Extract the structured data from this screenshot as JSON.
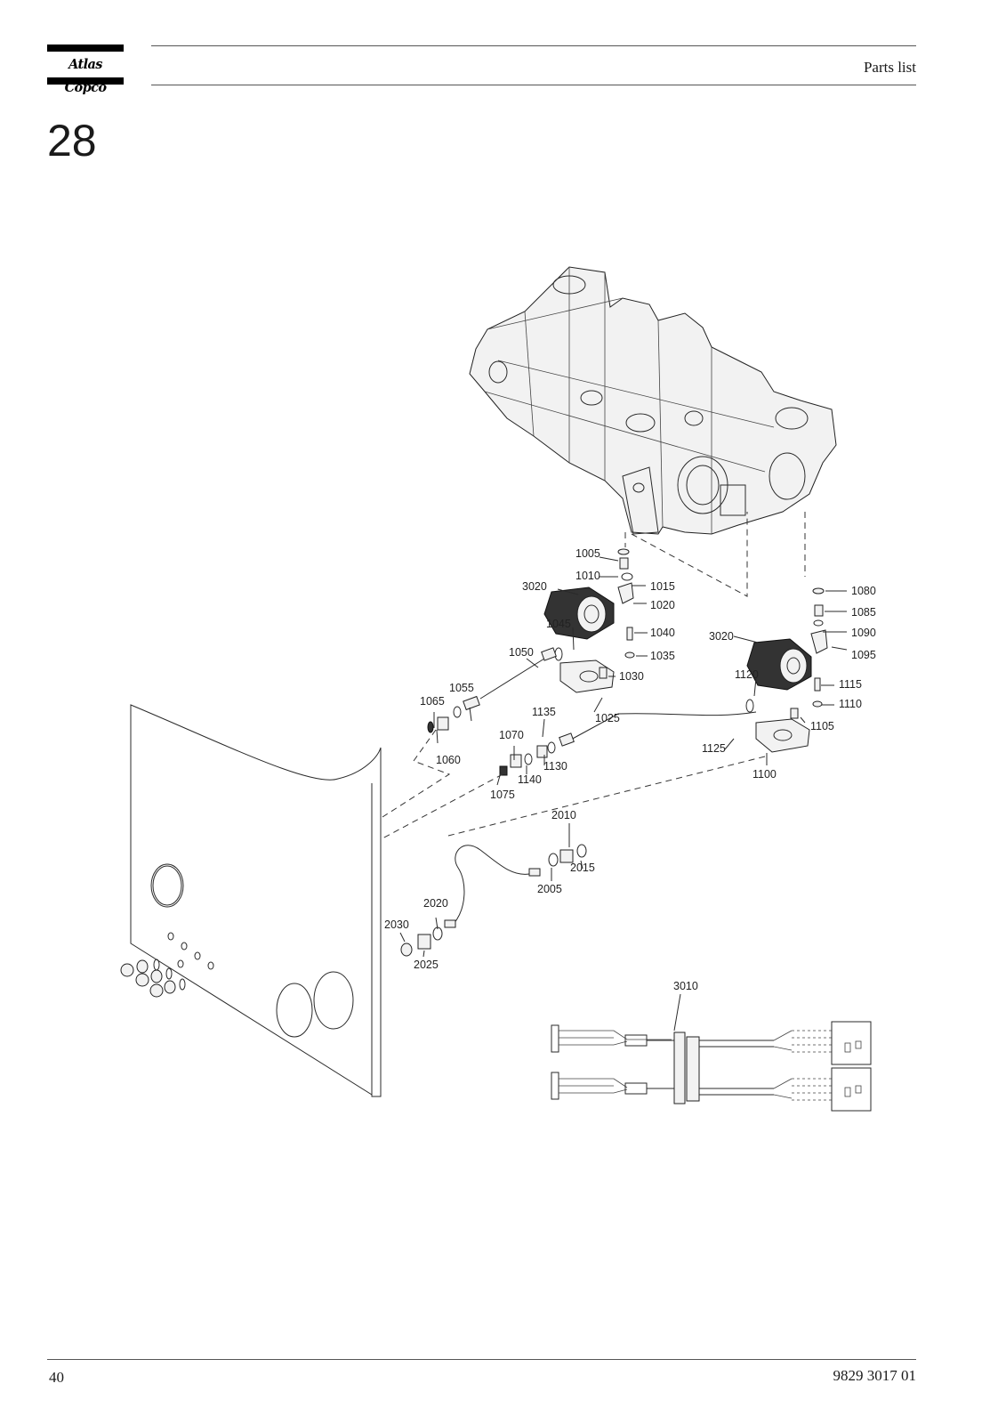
{
  "header": {
    "brand": "Atlas Copco",
    "title": "Parts list"
  },
  "section_number": "28",
  "footer": {
    "page_number": "40",
    "document_number": "9829 3017 01"
  },
  "callouts": {
    "c1005": "1005",
    "c1010": "1010",
    "c1015": "1015",
    "c1020": "1020",
    "c3020a": "3020",
    "c1045": "1045",
    "c1040": "1040",
    "c1050": "1050",
    "c1035": "1035",
    "c1030": "1030",
    "c1055": "1055",
    "c1065": "1065",
    "c1025": "1025",
    "c1135": "1135",
    "c1060": "1060",
    "c1070": "1070",
    "c1130": "1130",
    "c1140": "1140",
    "c1075": "1075",
    "c1080": "1080",
    "c1085": "1085",
    "c1090": "1090",
    "c3020b": "3020",
    "c1095": "1095",
    "c1120": "1120",
    "c1115": "1115",
    "c1110": "1110",
    "c1105": "1105",
    "c1125": "1125",
    "c1100": "1100",
    "c2010": "2010",
    "c2015": "2015",
    "c2005": "2005",
    "c2020": "2020",
    "c2030": "2030",
    "c2025": "2025",
    "c3010": "3010"
  }
}
